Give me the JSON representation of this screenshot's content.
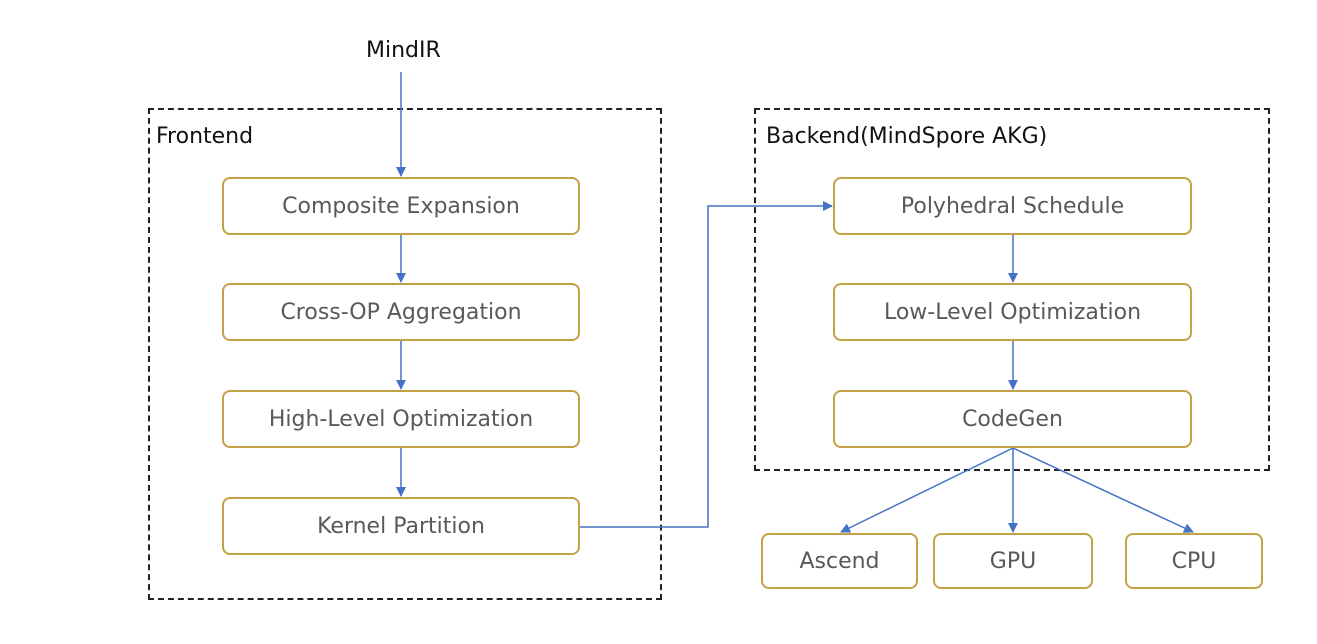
{
  "input_label": "MindIR",
  "frontend": {
    "title": "Frontend",
    "steps": [
      "Composite Expansion",
      "Cross-OP Aggregation",
      "High-Level Optimization",
      "Kernel Partition"
    ]
  },
  "backend": {
    "title": "Backend(MindSpore AKG)",
    "steps": [
      "Polyhedral Schedule",
      "Low-Level Optimization",
      "CodeGen"
    ]
  },
  "targets": [
    "Ascend",
    "GPU",
    "CPU"
  ],
  "colors": {
    "arrow": "#4472c4",
    "box_border": "#c5a145",
    "box_text": "#595959",
    "group_border": "#222222"
  }
}
